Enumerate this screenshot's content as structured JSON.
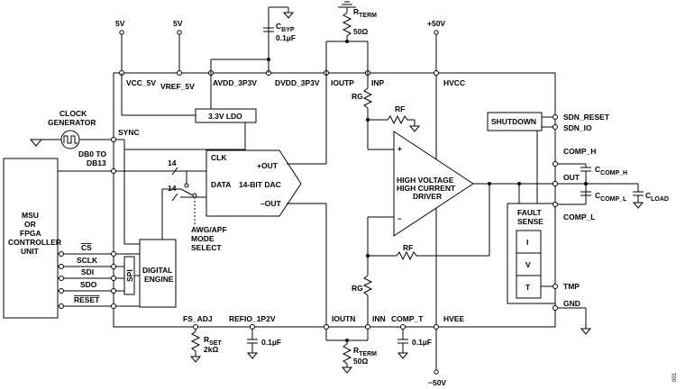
{
  "supplies": {
    "vcc_5v_top": "5V",
    "vref_5v_top": "5V",
    "pos_50v": "+50V",
    "neg_50v": "−50V"
  },
  "pins": {
    "vcc_5v": "VCC_5V",
    "vref_5v": "VREF_5V",
    "avdd": "AVDD_3P3V",
    "dvdd": "DVDD_3P3V",
    "ioutp": "IOUTP",
    "inp": "INP",
    "hvcc": "HVCC",
    "sync": "SYNC",
    "fs_adj": "FS_ADJ",
    "refio": "REFIO_1P2V",
    "ioutn": "IOUTN",
    "inn": "INN",
    "comp_t": "COMP_T",
    "hvee": "HVEE",
    "sdn_reset": "SDN_RESET",
    "sdn_io": "SDN_IO",
    "comp_h": "COMP_H",
    "out": "OUT",
    "comp_l": "COMP_L",
    "tmp": "TMP",
    "gnd": "GND"
  },
  "components": {
    "cbyp_main": "C",
    "cbyp_sub": "BYP",
    "cbyp_value": "0.1µF",
    "rterm_top_main": "R",
    "rterm_top_sub": "TERM",
    "rterm_top_value": "50Ω",
    "rterm_bot_main": "R",
    "rterm_bot_sub": "TERM",
    "rterm_bot_value": "50Ω",
    "rset_main": "R",
    "rset_sub": "SET",
    "rset_value": "2kΩ",
    "refio_cap": "0.1µF",
    "compt_cap": "0.1µF",
    "rg_top": "RG",
    "rg_bot": "RG",
    "rf_top": "RF",
    "rf_bot": "RF",
    "ccomp_h_main": "C",
    "ccomp_h_sub": "COMP_H",
    "ccomp_l_main": "C",
    "ccomp_l_sub": "COMP_L",
    "cload_main": "C",
    "cload_sub": "LOAD"
  },
  "blocks": {
    "ldo": "3.3V LDO",
    "dac_clk": "CLK",
    "dac_data": "DATA",
    "dac_name": "14-BIT DAC",
    "dac_pout": "+OUT",
    "dac_nout": "–OUT",
    "driver_line1": "HIGH VOLTAGE",
    "driver_line2": "HIGH CURRENT",
    "driver_line3": "DRIVER",
    "amp_plus": "+",
    "amp_minus": "−",
    "shutdown": "SHUTDOWN",
    "fault_line1": "FAULT",
    "fault_line2": "SENSE",
    "fault_i": "I",
    "fault_v": "V",
    "fault_t": "T",
    "digital_line1": "DIGITAL",
    "digital_line2": "ENGINE",
    "spi": "SPI"
  },
  "external": {
    "clock_line1": "CLOCK",
    "clock_line2": "GENERATOR",
    "msu_line1": "MSU",
    "msu_line2": "OR",
    "msu_line3": "FPGA",
    "msu_line4": "CONTROLLER",
    "msu_line5": "UNIT",
    "db_line1": "DB0 TO",
    "db_line2": "DB13",
    "bus_width_top": "14",
    "bus_width_bot": "14",
    "mode_line1": "AWG/APF",
    "mode_line2": "MODE",
    "mode_line3": "SELECT"
  },
  "digital_pins": {
    "cs": "CS",
    "sclk": "SCLK",
    "sdi": "SDI",
    "sdo": "SDO",
    "reset": "RESET"
  },
  "figure_id": "001"
}
